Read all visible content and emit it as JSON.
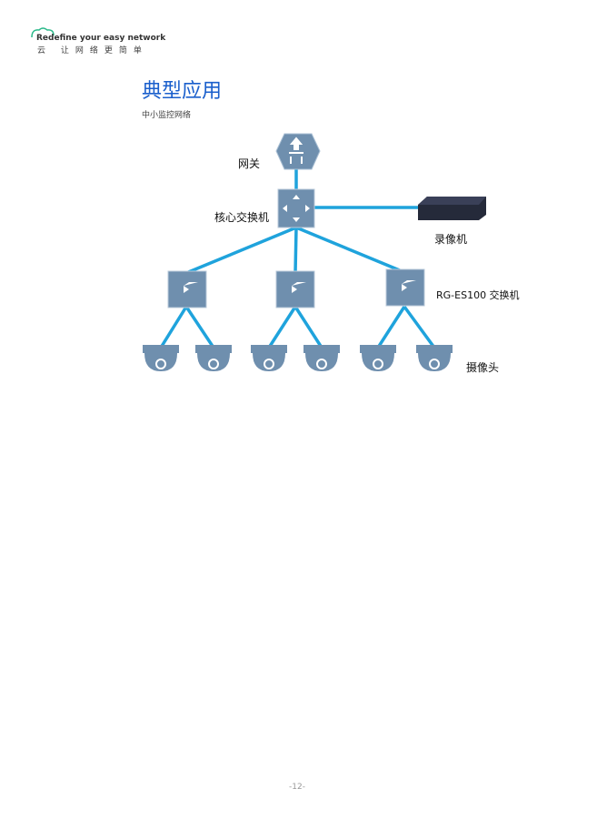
{
  "header": {
    "logo_text": "Redefine your easy network",
    "logo_slogan": "云 让网络更简单"
  },
  "title": "典型应用",
  "subtitle": "中小监控网络",
  "diagram": {
    "gateway_label": "网关",
    "core_switch_label": "核心交换机",
    "nvr_label": "录像机",
    "access_switch_label": "RG-ES100 交换机",
    "camera_label": "摄像头",
    "link_color": "#1fa3dc",
    "device_color": "#6f8fae"
  },
  "footer": {
    "page_number": "-12-"
  }
}
